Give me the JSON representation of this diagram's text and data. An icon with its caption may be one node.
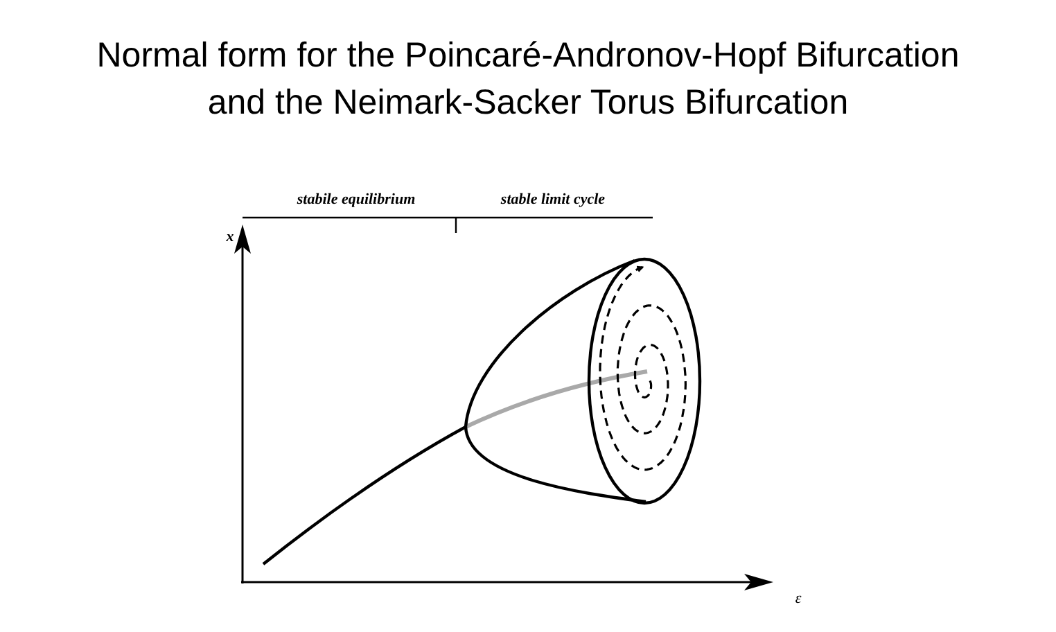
{
  "diagram": {
    "title": "Normal form for the Poincaré-Andronov-Hopf Bifurcation and the Neimark-Sacker Torus Bifurcation",
    "labels": [
      "stabile equilibrium",
      "stable limit cycle",
      "x",
      "ε"
    ]
  }
}
